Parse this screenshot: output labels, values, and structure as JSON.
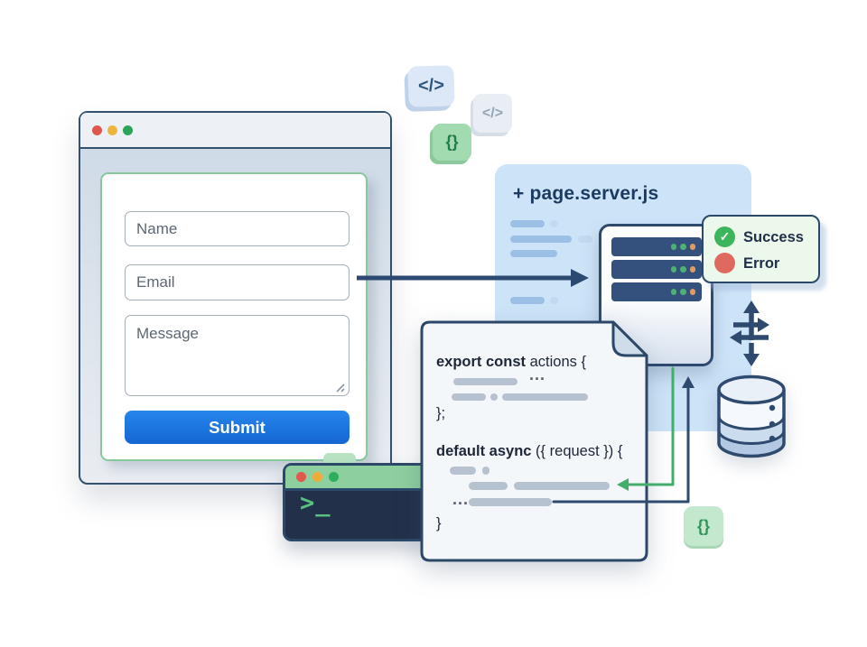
{
  "browser_window": {
    "form": {
      "name_placeholder": "Name",
      "email_placeholder": "Email",
      "message_placeholder": "Message",
      "submit_label": "Submit"
    }
  },
  "server_panel": {
    "title": "+ page.server.js"
  },
  "status_card": {
    "success": "Success",
    "error": "Error",
    "check": "✓"
  },
  "code_card": {
    "line1_bold": "export const",
    "line1_rest": " actions {",
    "ellipsis1": "...",
    "close1": "};",
    "line2_bold": "default async",
    "line2_rest": " ({ request }) {",
    "ellipsis2": "...",
    "close2": "}"
  },
  "terminal": {
    "prompt": ">_"
  },
  "badges": {
    "code_tag_large": "</>",
    "code_tag_small": "</>",
    "braces_top": "{}",
    "braces_bottom": "{}"
  },
  "colors": {
    "navy_outline": "#2c4868",
    "panel_blue": "#cde4f8",
    "accent_blue": "#1f78e6",
    "connector_green": "#43ae6b",
    "success_green": "#3cb55c",
    "error_red": "#e0695f"
  }
}
